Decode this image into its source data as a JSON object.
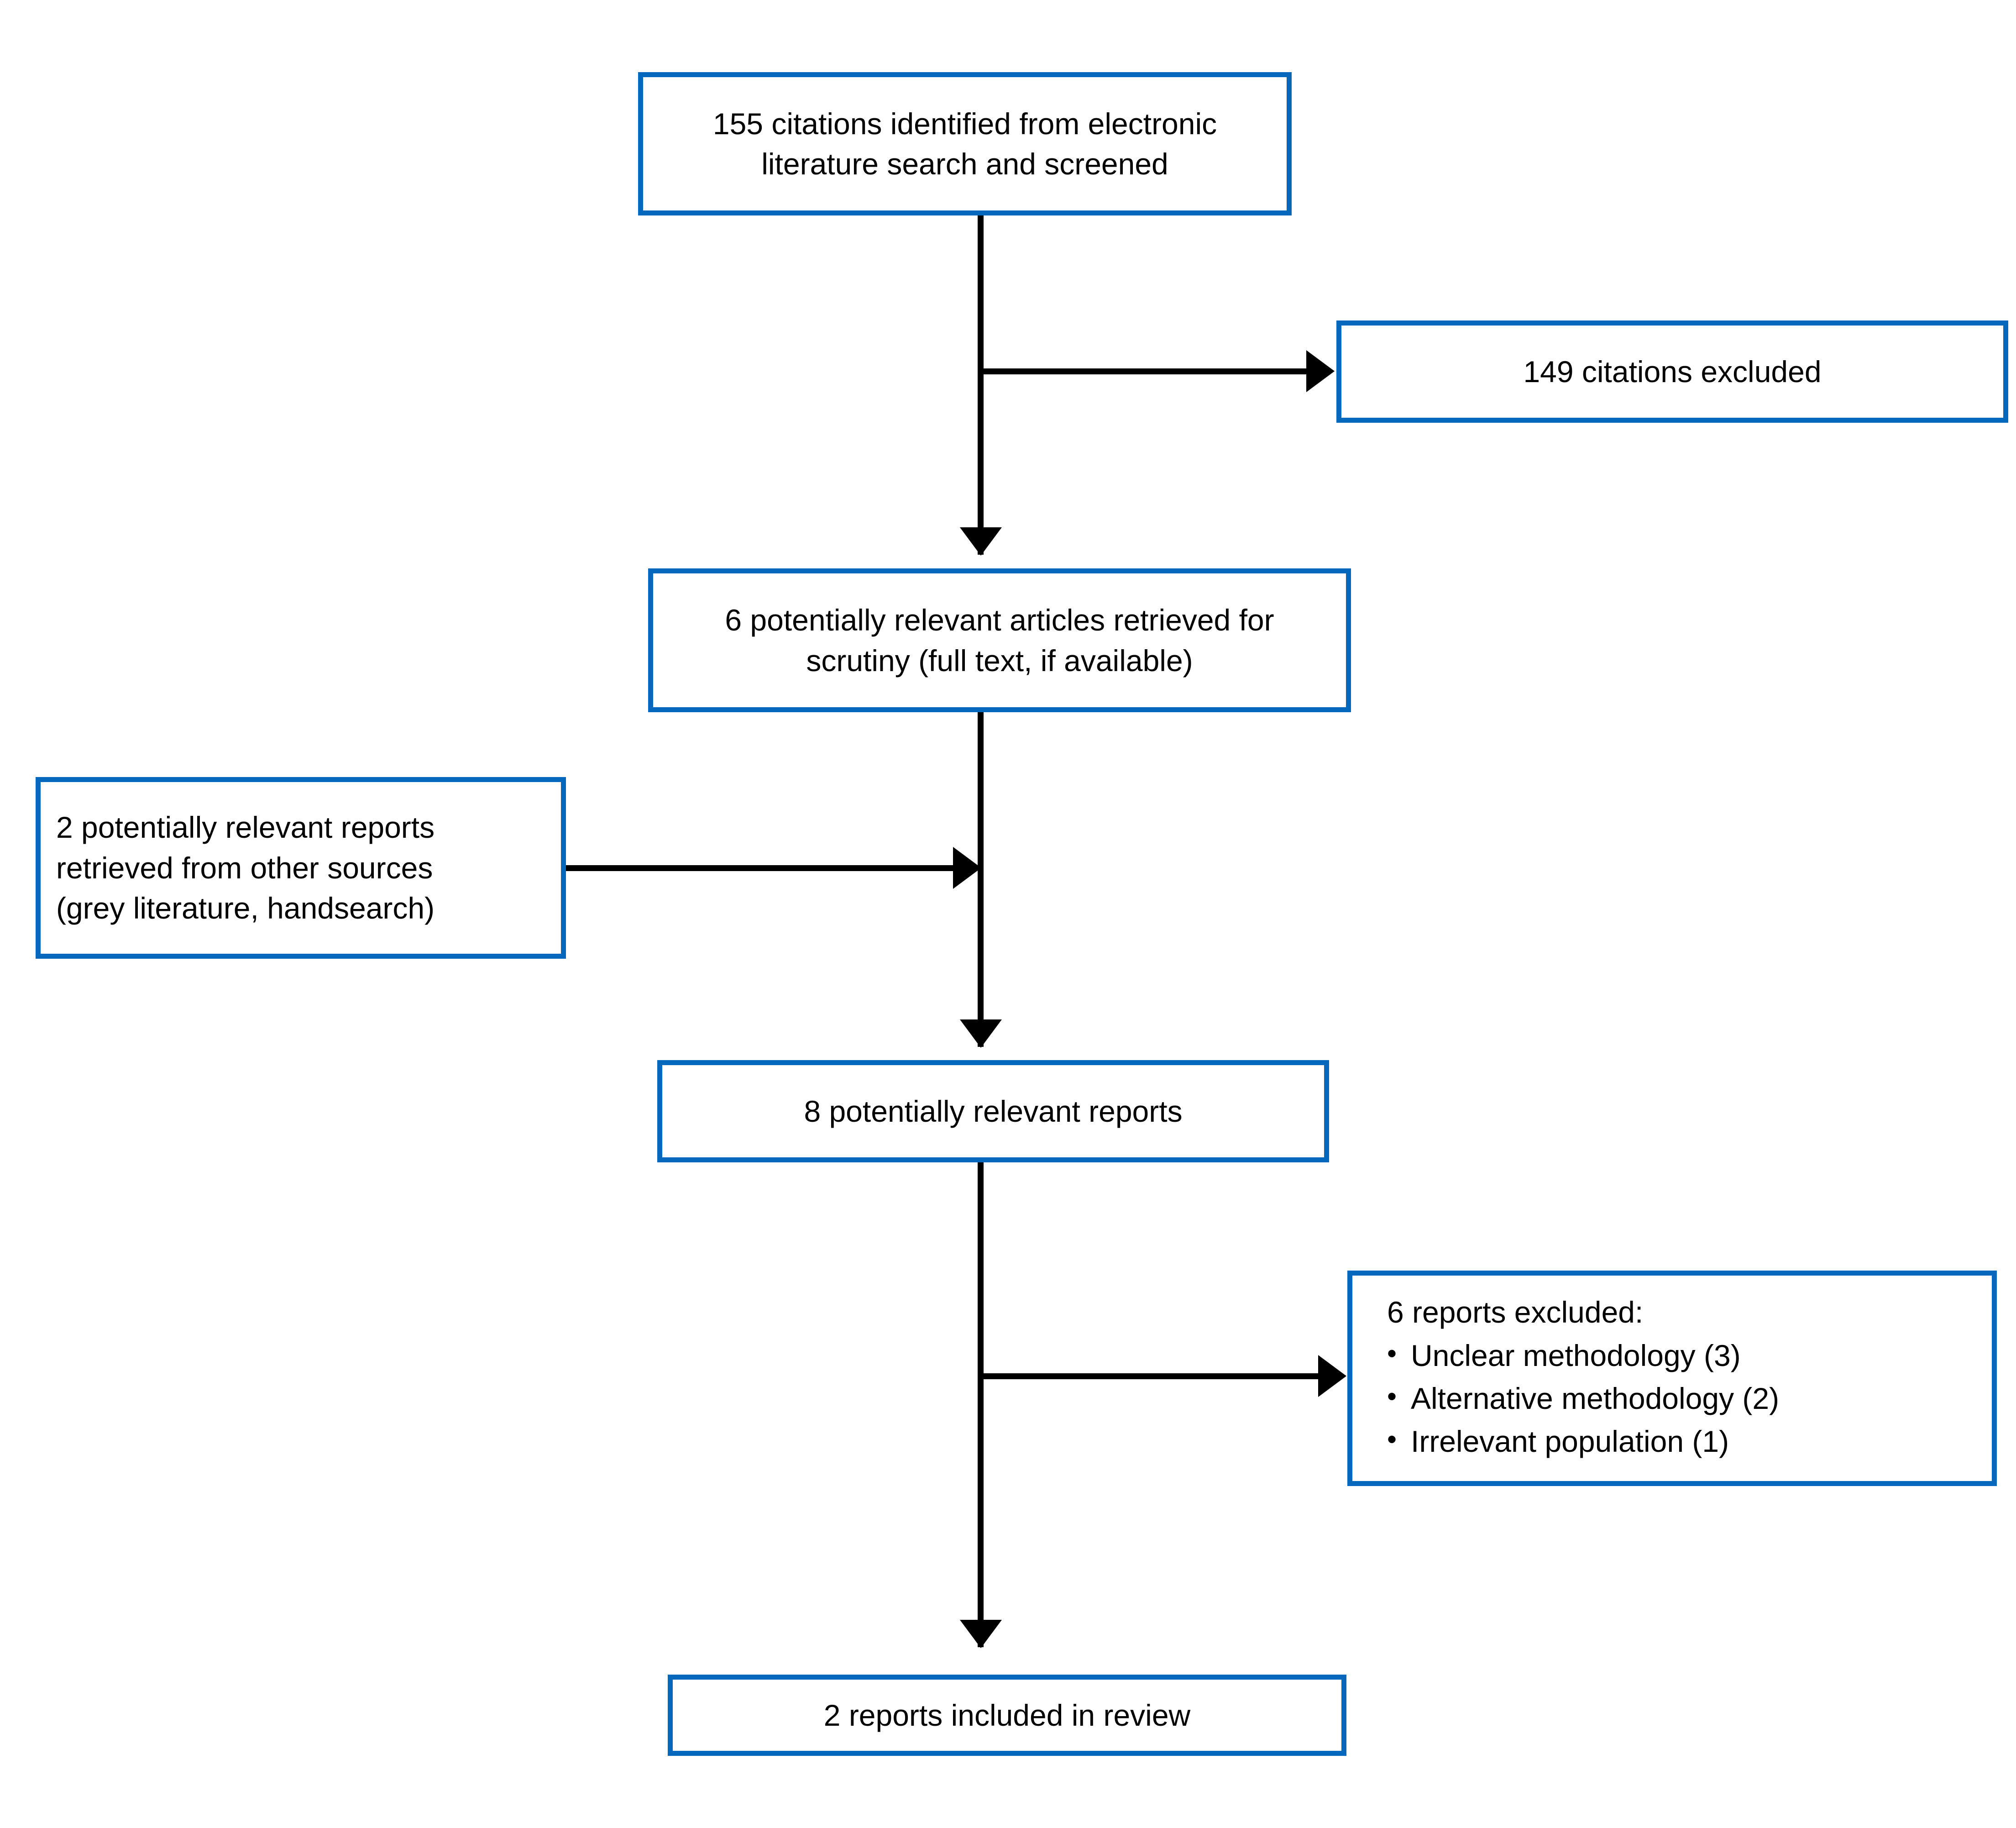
{
  "diagram": {
    "type": "prisma-study-flow-diagram",
    "accent_color": "#0668bc",
    "connector_color": "#000000",
    "background_color": "#ffffff",
    "boxes": [
      {
        "id": "identified",
        "name": "citations-identified-box",
        "text": "155 citations identified from electronic\nliterature search and screened",
        "count": 155,
        "align": "center"
      },
      {
        "id": "citations-excluded",
        "name": "citations-excluded-box",
        "text": "149 citations excluded",
        "count": 149,
        "align": "center"
      },
      {
        "id": "articles-retrieved",
        "name": "articles-retrieved-box",
        "text": "6 potentially relevant articles retrieved for\nscrutiny (full text, if available)",
        "count": 6,
        "align": "center"
      },
      {
        "id": "other-sources",
        "name": "other-sources-reports-box",
        "text": "2 potentially relevant reports\nretrieved from other sources\n(grey literature, handsearch)",
        "count": 2,
        "align": "left"
      },
      {
        "id": "potentially-relevant",
        "name": "potentially-relevant-reports-box",
        "text": "8 potentially relevant reports",
        "count": 8,
        "align": "center"
      },
      {
        "id": "included",
        "name": "reports-included-box",
        "text": "2 reports included in review",
        "count": 2,
        "align": "center"
      }
    ],
    "reports_excluded": {
      "name": "reports-excluded-box",
      "title": "6 reports excluded:",
      "count": 6,
      "bullet_glyph": "•",
      "items": [
        "Unclear methodology (3)",
        "Alternative methodology (2)",
        "Irrelevant population (1)"
      ]
    },
    "connectors": [
      {
        "id": "trunk-1",
        "name": "connector-identified-to-articles",
        "from": "identified",
        "to": "articles-retrieved",
        "direction": "down"
      },
      {
        "id": "branch-1",
        "name": "connector-to-citations-excluded",
        "from": "identified",
        "to": "citations-excluded",
        "direction": "right"
      },
      {
        "id": "trunk-2",
        "name": "connector-articles-to-potentially-relevant",
        "from": "articles-retrieved",
        "to": "potentially-relevant",
        "direction": "down"
      },
      {
        "id": "merge-1",
        "name": "connector-other-sources-to-trunk",
        "from": "other-sources",
        "to": "potentially-relevant",
        "direction": "right"
      },
      {
        "id": "trunk-3",
        "name": "connector-potentially-relevant-to-included",
        "from": "potentially-relevant",
        "to": "included",
        "direction": "down"
      },
      {
        "id": "branch-2",
        "name": "connector-to-reports-excluded",
        "from": "potentially-relevant",
        "to": "reports-excluded",
        "direction": "right"
      }
    ]
  }
}
